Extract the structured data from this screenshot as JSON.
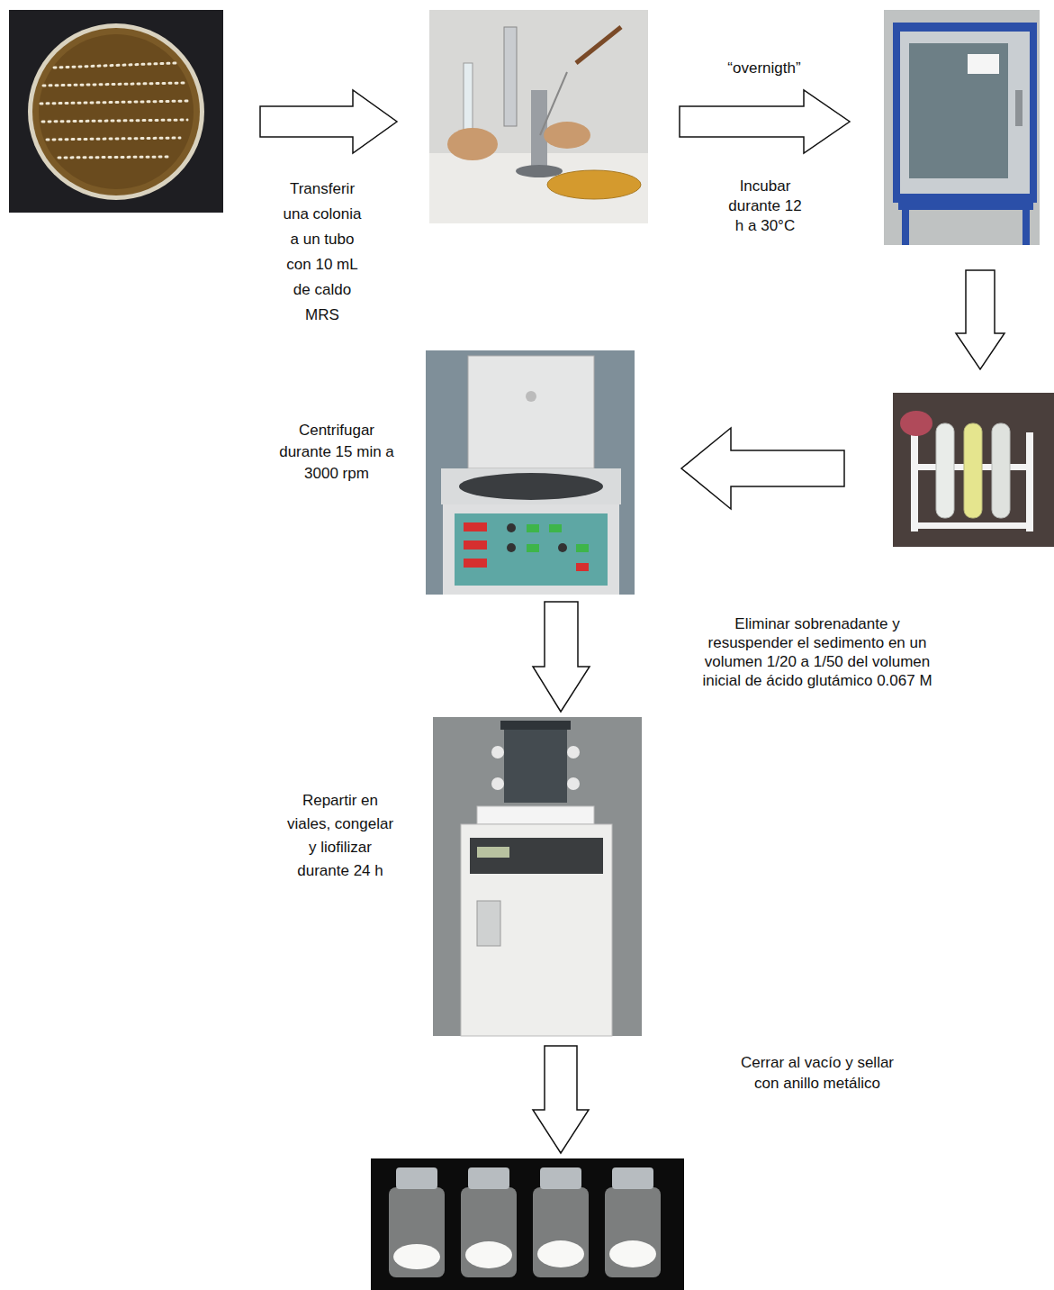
{
  "diagram": {
    "labels": [
      "Transferir una colonia a un tubo con 10 mL de caldo MRS",
      "“overnigth”",
      "Incubar durante 12 h a 30°C",
      "Centrifugar durante 15 min a 3000 rpm",
      "Eliminar sobrenadante y resuspender el sedimento en un volumen 1/20 a 1/50 del volumen inicial de ácido glutámico 0.067 M",
      "Repartir en viales, congelar y liofilizar durante 24 h",
      "Cerrar al vacío y sellar con anillo metálico"
    ]
  }
}
